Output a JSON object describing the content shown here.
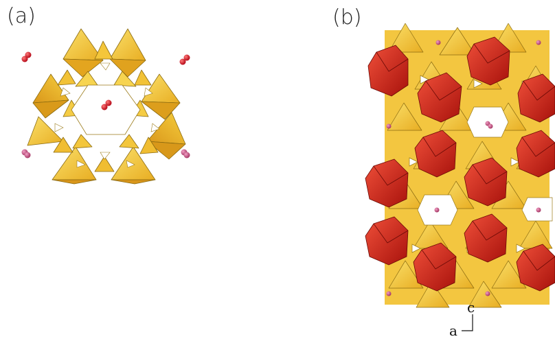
{
  "panels": {
    "a": {
      "label": "(a)"
    },
    "b": {
      "label": "(b)"
    }
  },
  "axes": {
    "c": "c",
    "a": "a"
  },
  "colors": {
    "tetrahedron_light": "#f7d24a",
    "tetrahedron_mid": "#f0b82c",
    "tetrahedron_dark": "#d99a1a",
    "octahedron_light": "#e8382a",
    "octahedron_dark": "#b5150f",
    "atom_red": "#d4161c",
    "atom_pink": "#c0467a"
  }
}
